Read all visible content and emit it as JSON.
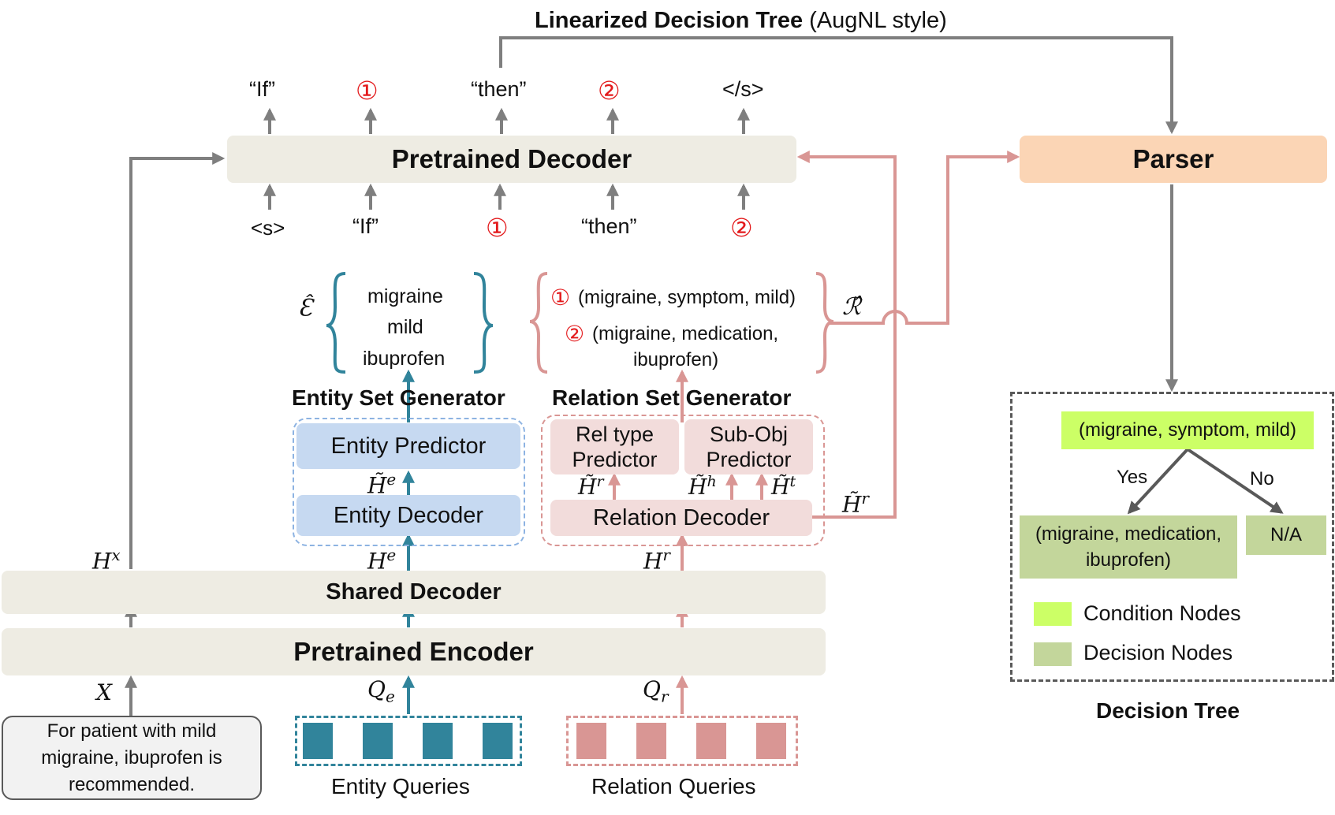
{
  "top_title": {
    "bold": "Linearized Decision Tree",
    "normal": "(AugNL style)"
  },
  "decoder": {
    "label": "Pretrained Decoder",
    "outputs": [
      "“If”",
      "①",
      "“then”",
      "②",
      "</s>"
    ],
    "inputs": [
      "<s>",
      "“If”",
      "①",
      "“then”",
      "②"
    ]
  },
  "parser": {
    "label": "Parser"
  },
  "entity_set": {
    "symbol": "Ɛ̂",
    "items": [
      "migraine",
      "mild",
      "ibuprofen"
    ],
    "generator_title": "Entity Set Generator",
    "predictor": "Entity Predictor",
    "decoder": "Entity Decoder",
    "h_tilde": "H̃",
    "h_tilde_sup": "e",
    "h": "H",
    "h_sup": "e"
  },
  "relation_set": {
    "symbol": "ℛ̂",
    "item1_num": "①",
    "item1": "(migraine, symptom, mild)",
    "item2_num": "②",
    "item2_line1": "(migraine, medication,",
    "item2_line2": "ibuprofen)",
    "generator_title": "Relation Set Generator",
    "rel_type_line1": "Rel type",
    "rel_type_line2": "Predictor",
    "subobj_line1": "Sub-Obj",
    "subobj_line2": "Predictor",
    "decoder": "Relation Decoder",
    "hr_tilde_sup": "r",
    "hh_tilde_sup": "h",
    "ht_tilde_sup": "t",
    "hr_out_sup": "r",
    "h_sup": "r"
  },
  "hx": {
    "base": "H",
    "sup": "x"
  },
  "shared_decoder": "Shared Decoder",
  "encoder": "Pretrained Encoder",
  "inputs": {
    "x": "X",
    "qe_base": "Q",
    "qe_sub": "e",
    "qr_base": "Q",
    "qr_sub": "r",
    "sentence_line1": "For patient with mild",
    "sentence_line2": "migraine, ibuprofen is",
    "sentence_line3": "recommended.",
    "entity_queries": "Entity Queries",
    "relation_queries": "Relation Queries"
  },
  "decision_tree": {
    "root": "(migraine, symptom, mild)",
    "yes": "Yes",
    "no": "No",
    "leaf1_line1": "(migraine, medication,",
    "leaf1_line2": "ibuprofen)",
    "leaf2": "N/A",
    "legend_condition": "Condition Nodes",
    "legend_decision": "Decision Nodes",
    "title": "Decision Tree"
  },
  "colors": {
    "gray": "#7f7f7f",
    "teal": "#31849b",
    "pink": "#d99694",
    "beige": "#eeece3",
    "blue": "#c6d9f1",
    "light_pink": "#f2dcdb",
    "parser": "#fbd5b5",
    "condition": "#ccff66",
    "decision": "#c3d69b",
    "red": "#e31a1c"
  }
}
